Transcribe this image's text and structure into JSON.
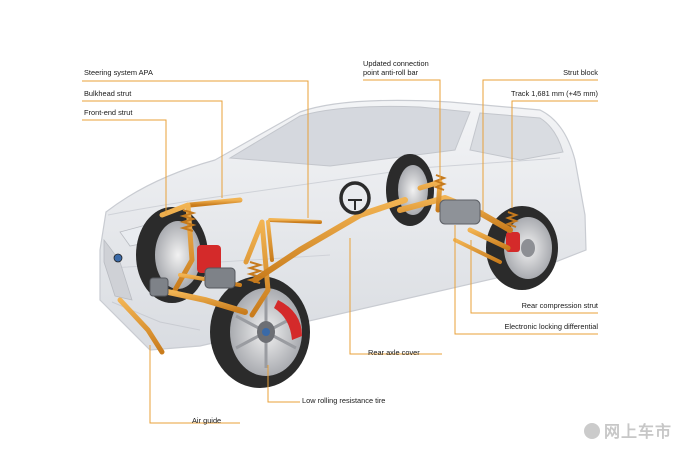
{
  "labels": {
    "steering": "Steering system APA",
    "bulkhead": "Bulkhead strut",
    "front_end": "Front-end strut",
    "connection_l1": "Updated connection",
    "connection_l2": "point anti-roll bar",
    "strut_block": "Strut block",
    "track": "Track 1,681 mm (+45 mm)",
    "rear_compression": "Rear compression strut",
    "elsd": "Electronic locking differential",
    "rear_axle_cover": "Rear axle cover",
    "tire": "Low rolling resistance tire",
    "air_guide": "Air guide"
  },
  "watermark": "网上车市",
  "colors": {
    "leader": "#e8a13a",
    "chassis": "#e0932a",
    "chassis_dark": "#b86e15",
    "tire": "#2b2b2b",
    "caliper": "#d42a2a",
    "body": "#e4e6ea"
  }
}
